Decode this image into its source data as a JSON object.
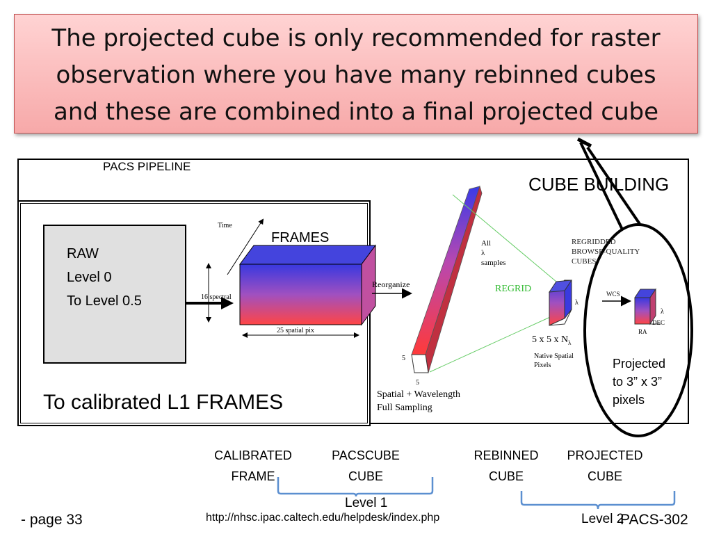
{
  "callout": {
    "line1": "The projected cube is only recommended for raster",
    "line2": "observation where you have many rebinned cubes",
    "line3": "and these are combined into a final projected cube"
  },
  "panel": {
    "pipeline_label": "PACS PIPELINE",
    "cube_building": "CUBE BUILDING"
  },
  "raw": {
    "line1": "RAW",
    "line2": "Level 0",
    "line3": "To Level 0.5"
  },
  "frames": {
    "label": "FRAMES",
    "time": "Time",
    "spectral": "16 spectral",
    "spatial": "25 spatial pix"
  },
  "to_calibrated": "To calibrated  L1 FRAMES",
  "diagram": {
    "reorganize": "Reorganize",
    "all": "All",
    "lambda": "λ",
    "samples": "samples",
    "regrid": "REGRID",
    "five_a": "5",
    "five_b": "5",
    "spatial_wavelength": "Spatial + Wavelength",
    "full_sampling": "Full Sampling",
    "regridded1": "REGRIDDED",
    "regridded2": "BROWSE-QUALITY",
    "regridded3": "CUBES",
    "wcs": "WCS",
    "cube_lambda": "λ",
    "dims": "5 x 5 x N",
    "dims_sub": "λ",
    "native1": "Native Spatial",
    "native2": "Pixels",
    "proj_lambda": "λ",
    "dec": "DEC",
    "ra": "RA"
  },
  "projected_note": {
    "line1": "Projected",
    "line2": "to 3” x 3”",
    "line3": "pixels"
  },
  "stages": {
    "calibrated1": "CALIBRATED",
    "calibrated2": "FRAME",
    "pacscube1": "PACSCUBE",
    "pacscube2": "CUBE",
    "rebinned1": "REBINNED",
    "rebinned2": "CUBE",
    "projected1": "PROJECTED",
    "projected2": "CUBE"
  },
  "level1": "Level 1",
  "level2": "Level 2",
  "footer": {
    "page": "- page 33",
    "url": "http://nhsc.ipac.caltech.edu/helpdesk/index.php",
    "doc": "PACS-302"
  },
  "colors": {
    "cube_top": "#4040e0",
    "cube_bottom": "#ff4a4a",
    "regrid": "#33bb33",
    "bracket": "#5b8fd0"
  }
}
